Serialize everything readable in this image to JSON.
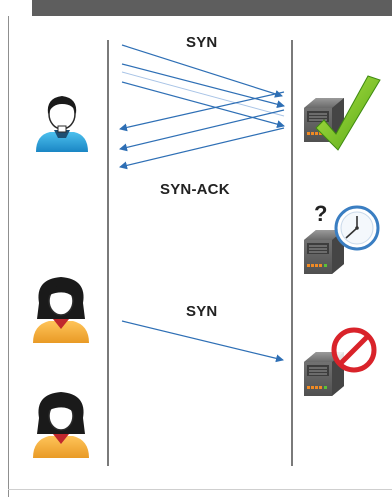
{
  "labels": {
    "syn_top": "SYN",
    "syn_ack": "SYN-ACK",
    "syn_bottom": "SYN",
    "question_mark": "?"
  },
  "colors": {
    "arrow": "#2e6fb5",
    "timeline": "#7a7a7a",
    "top_bar": "#5e5e5e",
    "male_shirt": "#2a9fd6",
    "female_shirt": "#f2a93b",
    "checkmark": "#7cc91e",
    "no_sign": "#d9232a",
    "server_body": "#6c6c6c"
  },
  "icons": {
    "client_1": "male-user-icon",
    "client_2": "female-user-icon",
    "client_3": "female-user-icon",
    "server_1": "server-icon",
    "server_1_status": "checkmark-icon",
    "server_2": "server-icon",
    "server_2_status": "clock-icon",
    "server_3": "server-icon",
    "server_3_status": "no-entry-icon"
  }
}
